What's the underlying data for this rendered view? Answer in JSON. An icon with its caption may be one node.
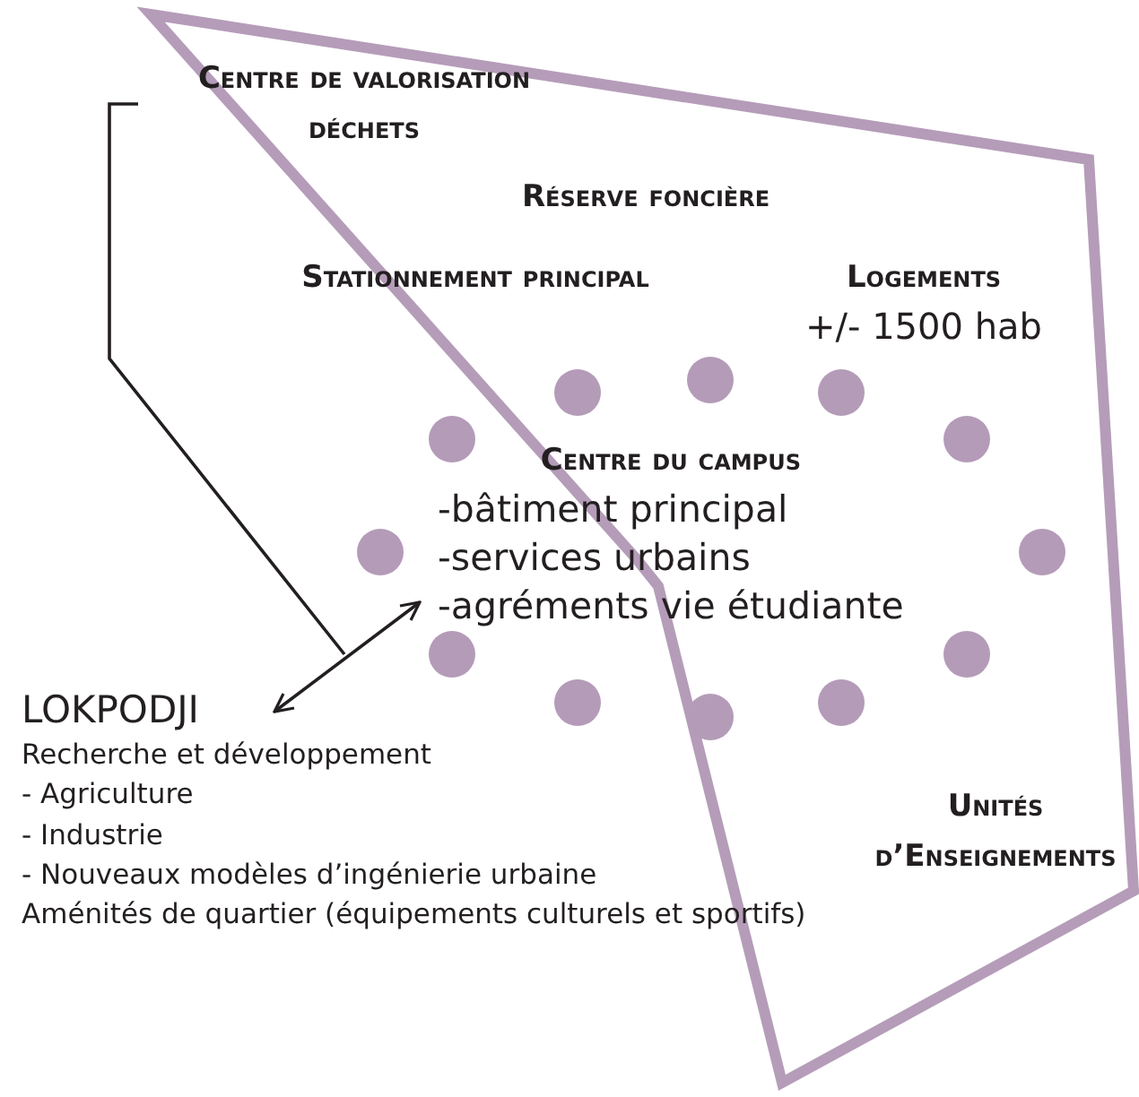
{
  "diagram": {
    "nodes": [
      {
        "text": [
          "LOKPODJI",
          "Recherche et développement",
          "- Agriculture",
          "- Industrie",
          "- Nouveaux modèles d’ingénierie urbaine",
          "Aménités de quartier (équipements culturels et sportifs)"
        ]
      },
      {
        "text": [
          "Centre du campus",
          "-bâtiment principal",
          "-services urbains",
          "-agréments vie étudiante"
        ]
      }
    ],
    "edges": [
      {
        "from": 0,
        "to": 1,
        "arrow": "both"
      }
    ],
    "labels": [
      "Centre de valorisation déchets",
      "Réserve foncière",
      "Stationnement principal",
      "Logements",
      "+/- 1500 hab",
      "Unités d’Enseignements"
    ]
  }
}
